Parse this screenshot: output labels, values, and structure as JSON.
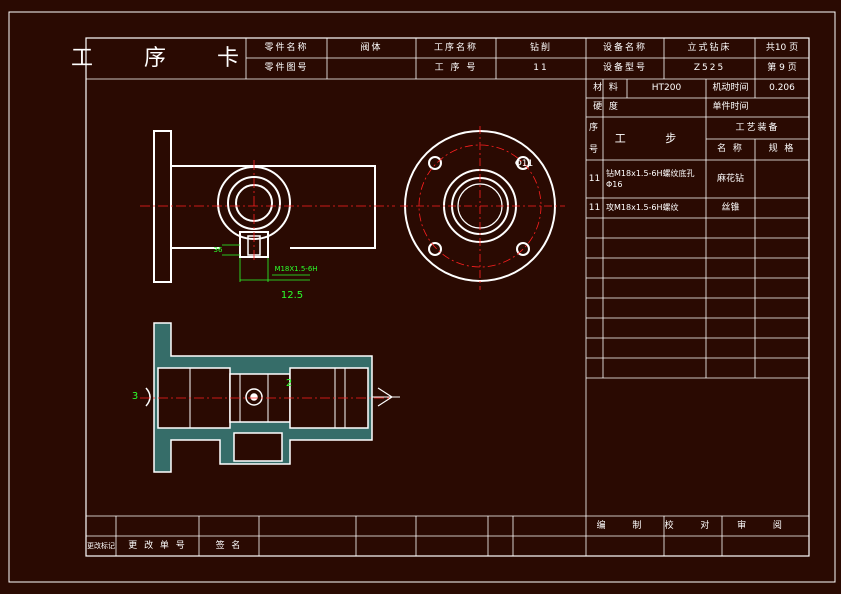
{
  "header": {
    "title": "工 序 卡",
    "part_name_label": "零件名称",
    "part_name": "阀体",
    "part_no_label": "零件图号",
    "part_no": "",
    "process_name_label": "工序名称",
    "process_name": "钻削",
    "process_no_label": "工 序 号",
    "process_no": "11",
    "equip_name_label": "设备名称",
    "equip_name": "立式钻床",
    "equip_model_label": "设备型号",
    "equip_model": "Z525",
    "total_pages": "共10 页",
    "page": "第 9 页"
  },
  "info": {
    "material_label": "材 料",
    "material": "HT200",
    "machine_time_label": "机动时间",
    "machine_time": "0.206",
    "hardness_label": "硬 度",
    "unit_time_label": "单件时间"
  },
  "steps": {
    "no_header": "序号",
    "step_header": "工 步",
    "equip_header": "工艺装备",
    "name_header": "名 称",
    "spec_header": "规 格",
    "rows": [
      {
        "no": "11",
        "desc": "钻M18x1.5-6H螺纹底孔Φ16",
        "tool": "麻花钻"
      },
      {
        "no": "11",
        "desc": "攻M18x1.5-6H螺纹",
        "tool": "丝锥"
      }
    ]
  },
  "annotations": {
    "thread": "M18X1.5-6H",
    "dim": "12.5",
    "dim_small": "36",
    "section_a1": "3",
    "section_a2": "2",
    "hole_note": "Φ11"
  },
  "footer": {
    "change_mark": "更改标记",
    "change_doc": "更 改 单 号",
    "sign": "签 名",
    "compiled": "编 制",
    "checked": "校 对",
    "reviewed": "审 阅"
  },
  "colors": {
    "background": "#2a0a02",
    "lines": "#ffffff",
    "dimension": "#2bff2b",
    "centerline": "#ff2020",
    "hatch": "#40c0c0"
  }
}
